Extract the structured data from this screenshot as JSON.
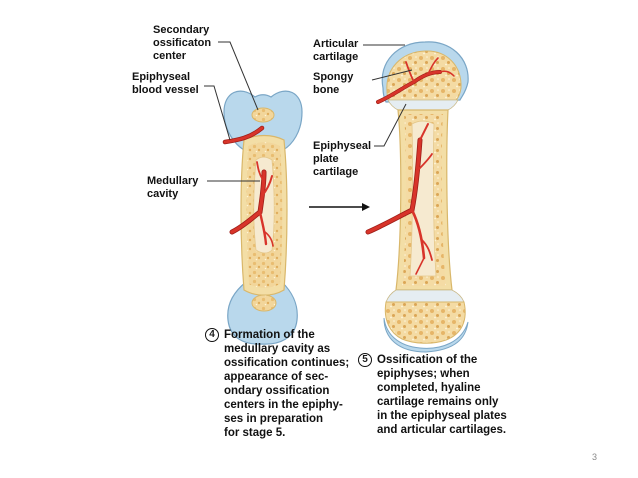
{
  "labels": {
    "secondary_ossification_center": "Secondary\nossificaton\ncenter",
    "epiphyseal_blood_vessel": "Epiphyseal\nblood vessel",
    "medullary_cavity": "Medullary\ncavity",
    "articular_cartilage": "Articular\ncartilage",
    "spongy_bone": "Spongy\nbone",
    "epiphyseal_plate_cartilage": "Epiphyseal\nplate\ncartilage"
  },
  "captions": {
    "stage4_number": "4",
    "stage4_text": "Formation of the\nmedullary cavity as\nossification continues;\nappearance of sec-\nondary ossification\ncenters in the epiphy-\nses in preparation\nfor stage 5.",
    "stage5_number": "5",
    "stage5_text": "Ossification of the\nepiphyses; when\ncompleted, hyaline\ncartilage remains only\nin the epiphyseal plates\nand articular cartilages."
  },
  "page_number": "3",
  "colors": {
    "cartilage": "#b9d8ec",
    "bone": "#f3dea6",
    "bone_edge": "#d9b76a",
    "spongy_fill": "#f2d69b",
    "vessel": "#d8342a",
    "vessel_dark": "#9e1e18",
    "cavity": "#f6ead0"
  }
}
